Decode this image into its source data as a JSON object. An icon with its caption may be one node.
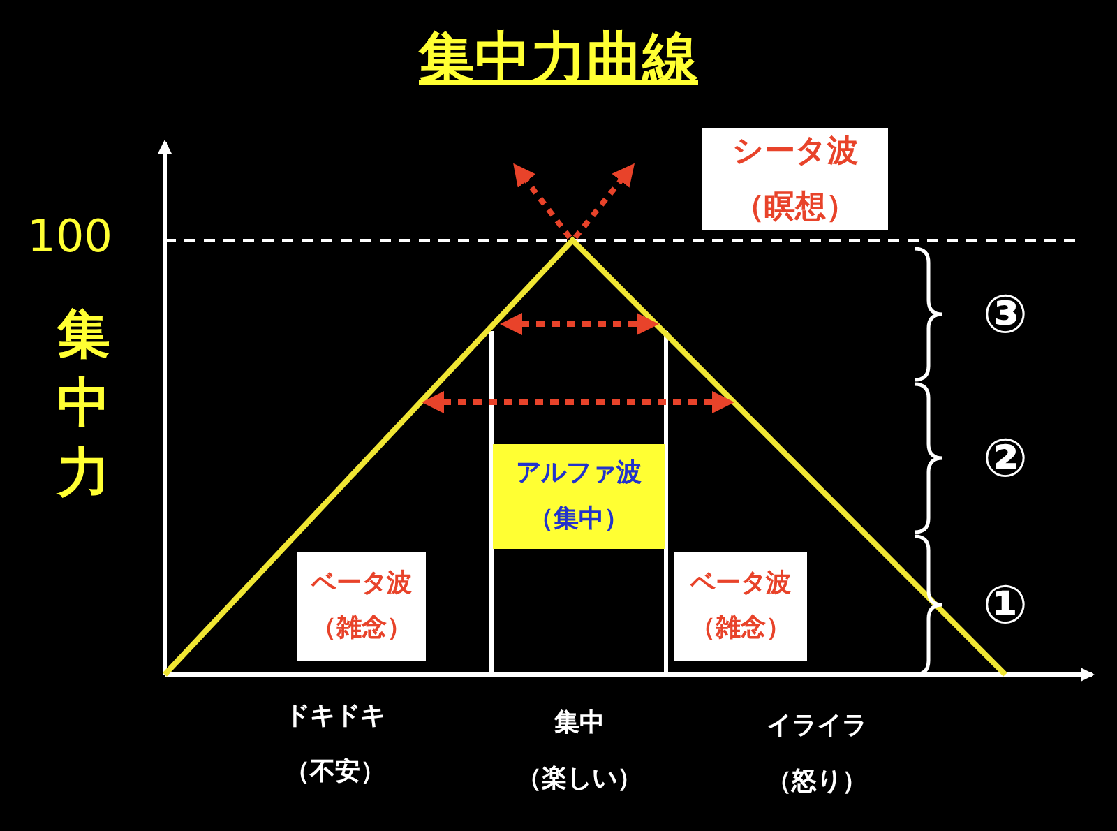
{
  "diagram": {
    "title": "集中力曲線",
    "nodes": [
      {
        "text": [
          "シータ波",
          "（瞑想）"
        ]
      },
      {
        "text": [
          "アルファ波",
          "（集中）"
        ]
      },
      {
        "text": [
          "ベータ波",
          "（雑念）"
        ]
      },
      {
        "text": [
          "ベータ波",
          "（雑念）"
        ]
      }
    ],
    "labels": [
      "100",
      "集中力",
      "③",
      "②",
      "①",
      "ドキドキ",
      "（不安）",
      "集中",
      "（楽しい）",
      "イライラ",
      "（怒り）"
    ]
  }
}
